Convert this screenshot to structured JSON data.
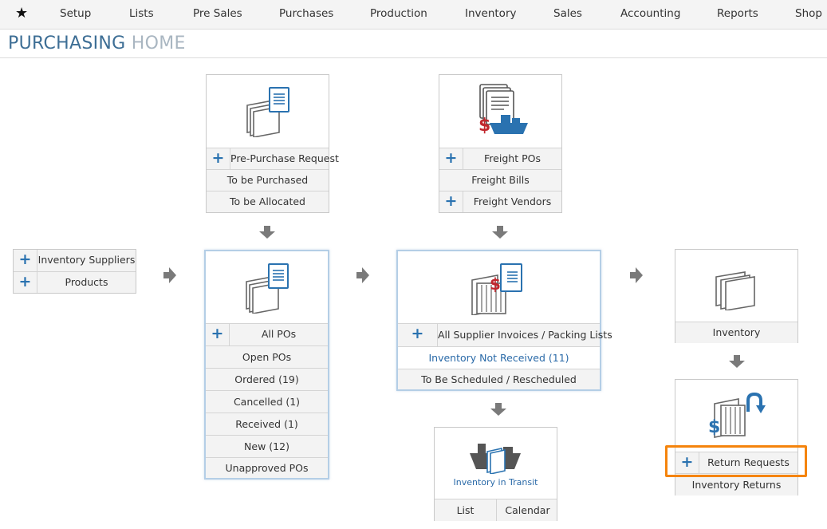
{
  "nav": {
    "items": [
      "Setup",
      "Lists",
      "Pre Sales",
      "Purchases",
      "Production",
      "Inventory",
      "Sales",
      "Accounting",
      "Reports",
      "Shop"
    ]
  },
  "title": {
    "part1": "PURCHASING",
    "part2": "HOME"
  },
  "suppliers_card": {
    "rows": [
      "Inventory Suppliers",
      "Products"
    ]
  },
  "prepurchase_card": {
    "rows": [
      "Pre-Purchase Request",
      "To be Purchased",
      "To be Allocated"
    ]
  },
  "freight_card": {
    "rows": [
      "Freight POs",
      "Freight Bills",
      "Freight Vendors"
    ]
  },
  "pos_card": {
    "rows": [
      "All POs",
      "Open POs",
      "Ordered (19)",
      "Cancelled (1)",
      "Received (1)",
      "New (12)",
      "Unapproved POs"
    ]
  },
  "invoices_card": {
    "rows": [
      "All Supplier Invoices / Packing Lists",
      "Inventory Not Received (11)",
      "To Be Scheduled / Rescheduled"
    ]
  },
  "transit_card": {
    "label": "Inventory in Transit",
    "list": "List",
    "calendar": "Calendar"
  },
  "inventory_card": {
    "rows": [
      "Inventory"
    ]
  },
  "returns_card": {
    "rows": [
      "Return Requests",
      "Inventory Returns"
    ]
  },
  "colors": {
    "accent": "#2a72b0",
    "title_primary": "#3d6e95",
    "title_secondary": "#a9b6c1",
    "highlight": "#f5840c",
    "dollar": "#c0262d"
  }
}
